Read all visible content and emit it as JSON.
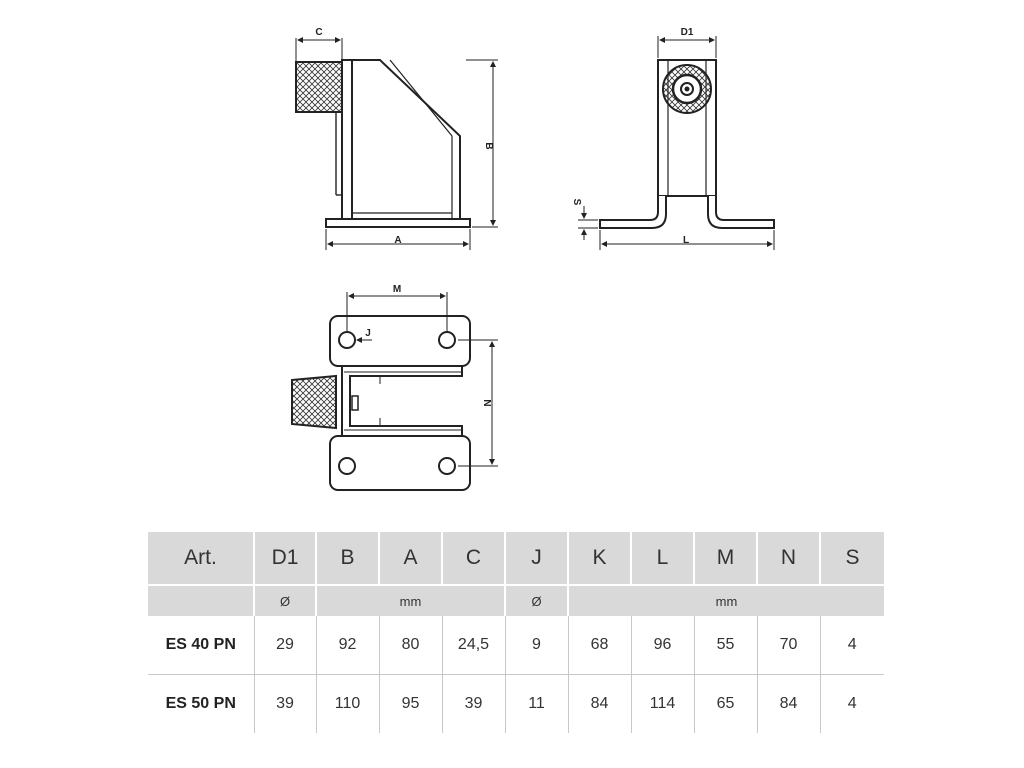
{
  "drawing": {
    "side_view": {
      "dim_c": "C",
      "dim_b": "B",
      "dim_a": "A"
    },
    "front_view": {
      "dim_d1": "D1",
      "dim_s": "S",
      "dim_l": "L"
    },
    "top_view": {
      "dim_m": "M",
      "dim_j": "J",
      "dim_n": "N"
    }
  },
  "table": {
    "headers": [
      "Art.",
      "D1",
      "B",
      "A",
      "C",
      "J",
      "K",
      "L",
      "M",
      "N",
      "S"
    ],
    "units": {
      "d1": "Ø",
      "b_to_c": "mm",
      "j": "Ø",
      "k_to_s": "mm"
    },
    "rows": [
      {
        "art": "ES 40 PN",
        "d1": "29",
        "b": "92",
        "a": "80",
        "c": "24,5",
        "j": "9",
        "k": "68",
        "l": "96",
        "m": "55",
        "n": "70",
        "s": "4"
      },
      {
        "art": "ES 50 PN",
        "d1": "39",
        "b": "110",
        "a": "95",
        "c": "39",
        "j": "11",
        "k": "84",
        "l": "114",
        "m": "65",
        "n": "84",
        "s": "4"
      }
    ]
  }
}
